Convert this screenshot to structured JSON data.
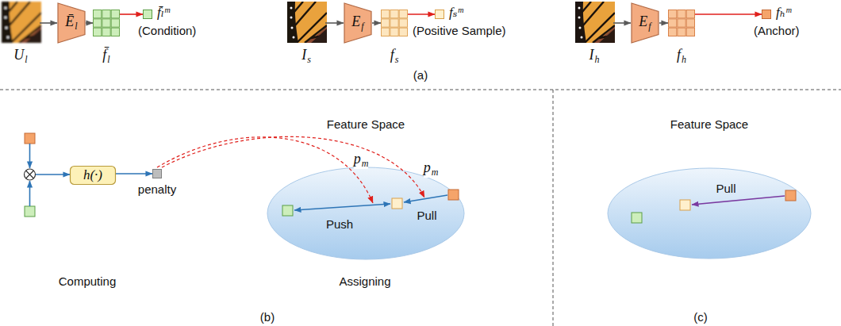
{
  "diagram": {
    "nodes": [
      {
        "text": [
          "Ul"
        ]
      },
      {
        "text": [
          "Ēl"
        ]
      },
      {
        "text": [
          "f̄l"
        ]
      },
      {
        "text": [
          "f̄ₗᵐ",
          "(Condition)"
        ]
      },
      {
        "text": [
          "Is"
        ]
      },
      {
        "text": [
          "Ef"
        ]
      },
      {
        "text": [
          "fs"
        ]
      },
      {
        "text": [
          "fₛᵐ",
          "(Positive Sample)"
        ]
      },
      {
        "text": [
          "Ih"
        ]
      },
      {
        "text": [
          "Ef"
        ]
      },
      {
        "text": [
          "fh"
        ]
      },
      {
        "text": [
          "fₕᵐ",
          "(Anchor)"
        ]
      },
      {
        "text": [
          "h(·)"
        ]
      },
      {
        "text": [
          "penalty"
        ]
      },
      {
        "text": [
          "Feature Space"
        ]
      },
      {
        "text": [
          "Feature Space"
        ]
      }
    ],
    "edges": [
      {
        "from": 0,
        "to": 1,
        "arrow": "to"
      },
      {
        "from": 1,
        "to": 2,
        "arrow": "to"
      },
      {
        "from": 2,
        "to": 3,
        "arrow": "to"
      },
      {
        "from": 4,
        "to": 5,
        "arrow": "to"
      },
      {
        "from": 5,
        "to": 6,
        "arrow": "to"
      },
      {
        "from": 6,
        "to": 7,
        "arrow": "to"
      },
      {
        "from": 8,
        "to": 9,
        "arrow": "to"
      },
      {
        "from": 9,
        "to": 10,
        "arrow": "to"
      },
      {
        "from": 10,
        "to": 11,
        "arrow": "to"
      },
      {
        "from": 12,
        "to": 13,
        "arrow": "to"
      }
    ],
    "labels": [
      "(a)",
      "pm",
      "pm",
      "Push",
      "Pull",
      "Computing",
      "Assigning",
      "(b)",
      "Pull",
      "(c)"
    ]
  }
}
